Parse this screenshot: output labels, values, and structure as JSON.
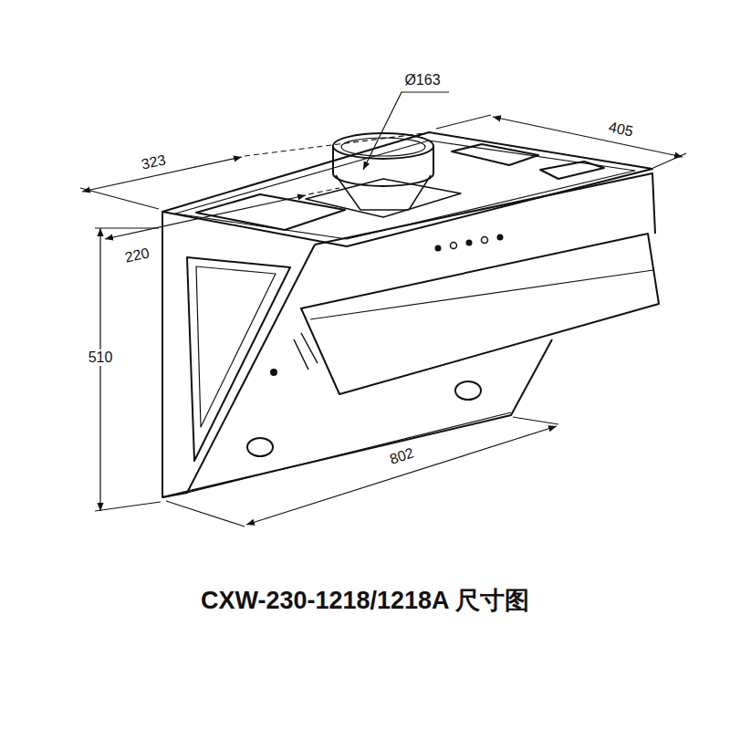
{
  "diagram": {
    "caption": "CXW-230-1218/1218A 尺寸图",
    "labels": [
      "Ø163",
      "405",
      "323",
      "220",
      "510",
      "802"
    ]
  }
}
